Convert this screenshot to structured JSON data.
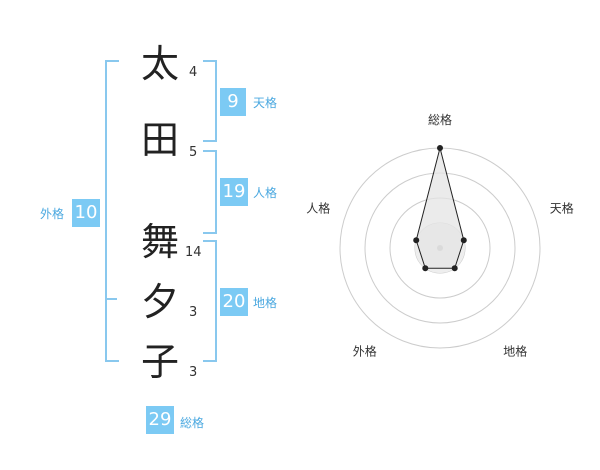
{
  "name": {
    "chars": [
      {
        "char": "太",
        "strokes": "4"
      },
      {
        "char": "田",
        "strokes": "5"
      },
      {
        "char": "舞",
        "strokes": "14"
      },
      {
        "char": "夕",
        "strokes": "3"
      },
      {
        "char": "子",
        "strokes": "3"
      }
    ]
  },
  "kakusu": {
    "tenkaku": {
      "value": "9",
      "label": "天格"
    },
    "jinkaku": {
      "value": "19",
      "label": "人格"
    },
    "chikaku": {
      "value": "20",
      "label": "地格"
    },
    "gaikaku": {
      "value": "10",
      "label": "外格"
    },
    "soukaku": {
      "value": "29",
      "label": "総格"
    }
  },
  "chart_data": {
    "type": "radar",
    "axes": [
      "総格",
      "天格",
      "地格",
      "外格",
      "人格"
    ],
    "values": [
      4,
      1,
      1,
      1,
      1
    ],
    "rings": 4,
    "colors": {
      "ring": "#cccccc",
      "fill": "#e4e4e4",
      "stroke": "#222222",
      "center": "#bbbbbb"
    }
  }
}
